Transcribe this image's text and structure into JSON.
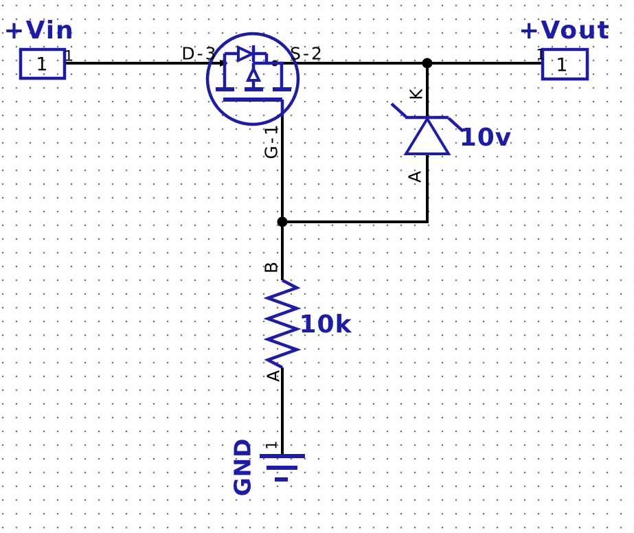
{
  "colors": {
    "symbol_blue": "#1c1ca8",
    "wire_black": "#000000",
    "background": "#ffffff",
    "grid_dot": "#6e6e6e"
  },
  "ports": {
    "vin": {
      "net_label": "+Vin",
      "designator": "1",
      "pin_number": "1"
    },
    "vout": {
      "net_label": "+Vout",
      "designator": "1",
      "pin_number": "1"
    }
  },
  "mosfet": {
    "pin_drain": "D-3",
    "pin_source": "S-2",
    "pin_gate": "G-1"
  },
  "zener": {
    "value": "10v",
    "pin_cathode": "K",
    "pin_anode": "A"
  },
  "resistor": {
    "value": "10k",
    "pin_top": "B",
    "pin_bottom": "A"
  },
  "ground": {
    "net_label": "GND",
    "pin_number": "1"
  }
}
